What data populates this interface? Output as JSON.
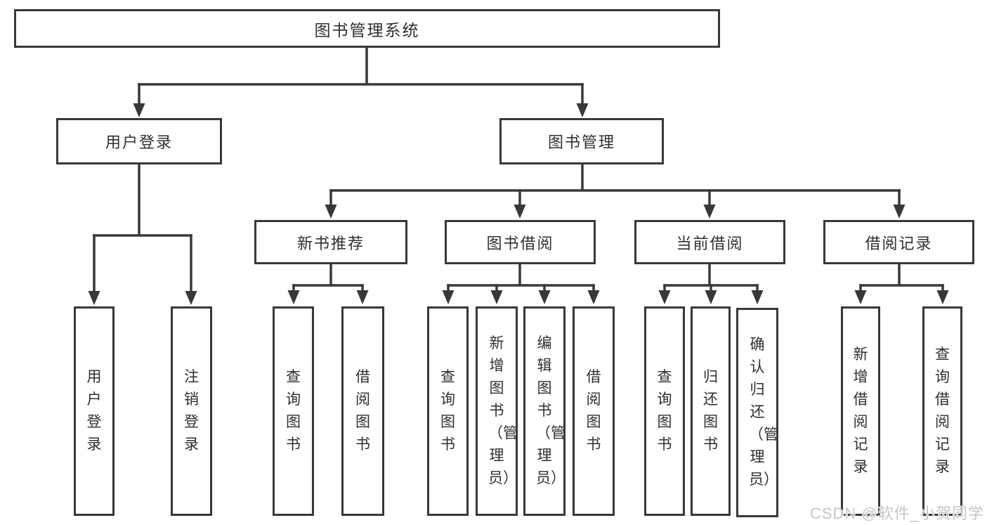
{
  "tree": {
    "root": {
      "label": "图书管理系统"
    },
    "branches": [
      {
        "label": "用户登录",
        "leaves": [
          {
            "label": "用户登录"
          },
          {
            "label": "注销登录"
          }
        ]
      },
      {
        "label": "图书管理",
        "groups": [
          {
            "label": "新书推荐",
            "leaves": [
              {
                "label": "查询图书"
              },
              {
                "label": "借阅图书"
              }
            ]
          },
          {
            "label": "图书借阅",
            "leaves": [
              {
                "label": "查询图书"
              },
              {
                "label": "新增图书（管理员）"
              },
              {
                "label": "编辑图书（管理员）"
              },
              {
                "label": "借阅图书"
              }
            ]
          },
          {
            "label": "当前借阅",
            "leaves": [
              {
                "label": "查询图书"
              },
              {
                "label": "归还图书"
              },
              {
                "label": "确认归还（管理员）"
              }
            ]
          },
          {
            "label": "借阅记录",
            "leaves": [
              {
                "label": "新增借阅记录"
              },
              {
                "label": "查询借阅记录"
              }
            ]
          }
        ]
      }
    ]
  },
  "watermark": {
    "text": "CSDN @软件_小贺同学"
  },
  "colors": {
    "line": "#383838",
    "box_border": "#383838",
    "text": "#2f2f2f",
    "background": "#ffffff",
    "watermark": "#c6c6c6"
  }
}
